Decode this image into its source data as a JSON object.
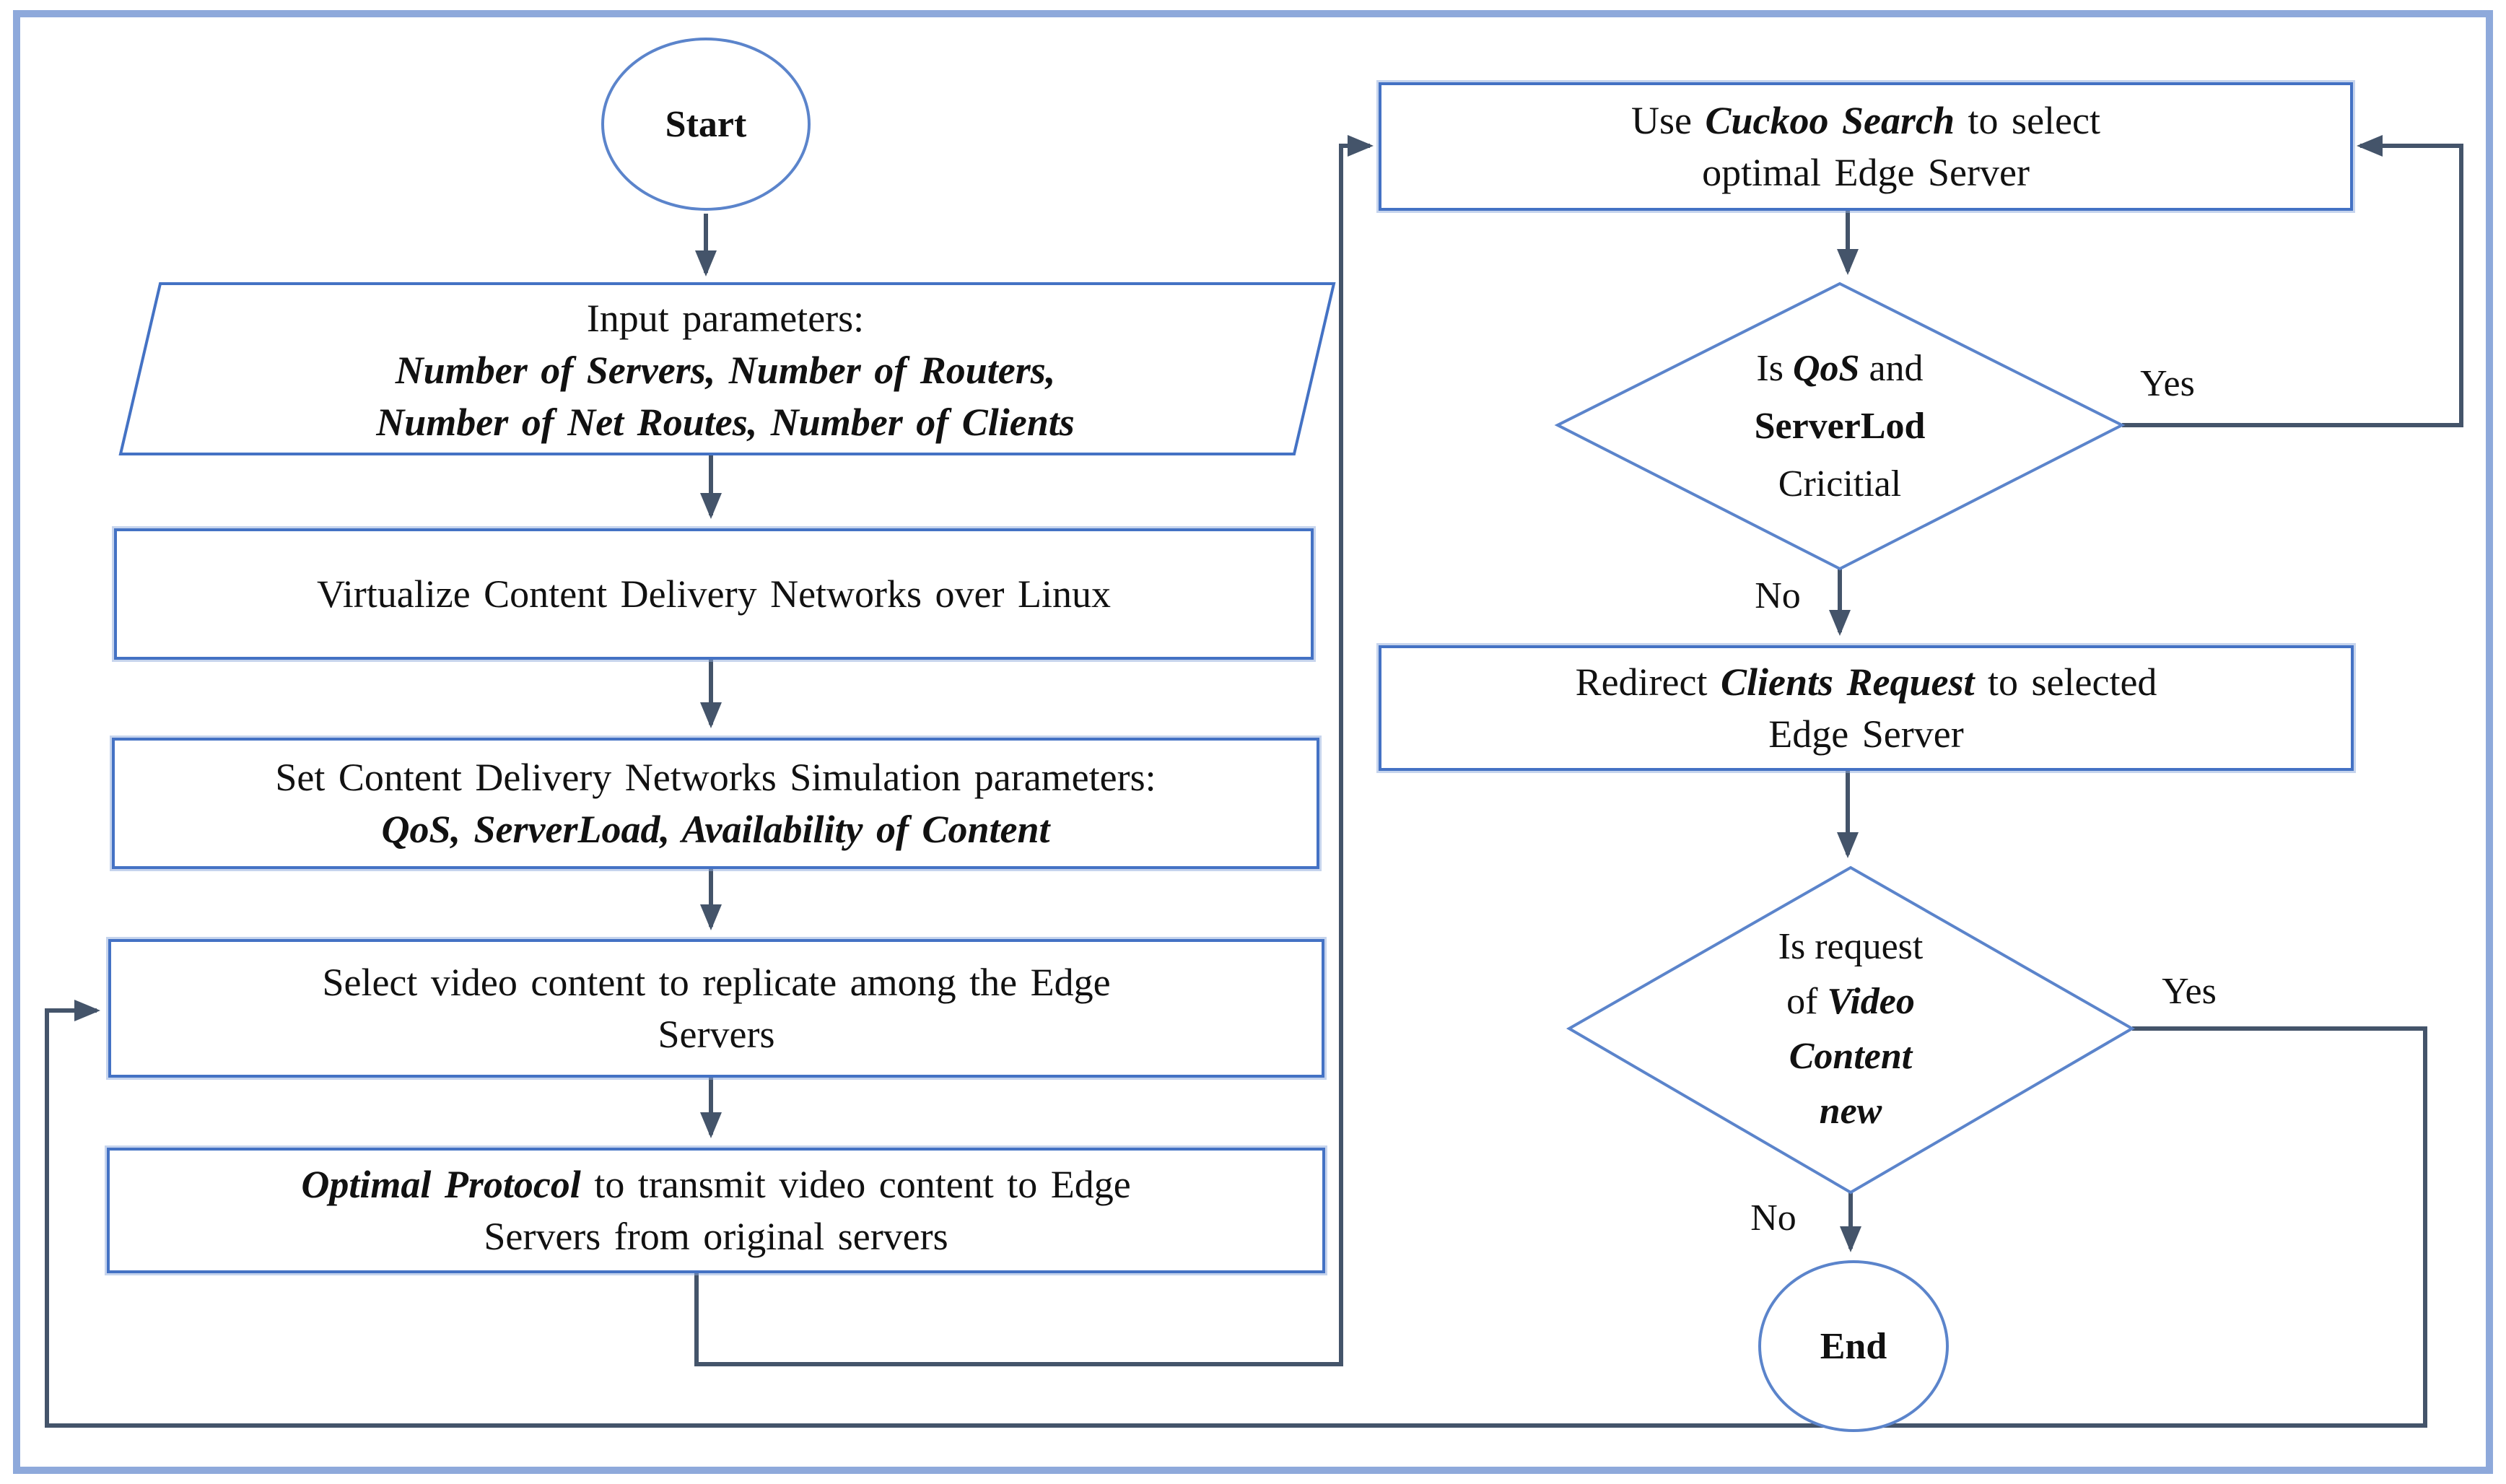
{
  "figure": {
    "background": "#ffffff",
    "frame_color": "#8ea9db",
    "shape_border_color": "#4472c4",
    "diamond_border_color": "#5b84cb",
    "connector_color": "#44546a",
    "text_color": "#111111"
  },
  "nodes": {
    "start": {
      "label": "Start"
    },
    "input": {
      "line1": "Input parameters:",
      "line2": "Number of Servers, Number of Routers,",
      "line3": "Number of Net Routes, Number of Clients"
    },
    "virtualize": {
      "line1": "Virtualize Content Delivery Networks over Linux"
    },
    "set_params": {
      "line1": "Set Content Delivery Networks Simulation parameters:",
      "line2": "QoS, ServerLoad, Availability of Content"
    },
    "select_video": {
      "line1": "Select video content to replicate among the Edge",
      "line2": "Servers"
    },
    "optimal": {
      "emph": "Optimal Protocol",
      "rest": " to transmit video content to Edge",
      "line2": "Servers from original servers"
    },
    "cuckoo": {
      "pre": "Use ",
      "emph": "Cuckoo Search",
      "post": " to select",
      "line2": "optimal Edge Server"
    },
    "qos_decision": {
      "pre": "Is ",
      "emph": "QoS",
      "post": " and",
      "line2": "ServerLod",
      "line3": "Cricitial"
    },
    "redirect": {
      "pre": "Redirect ",
      "emph": "Clients Request",
      "post": " to selected",
      "line2": "Edge Server"
    },
    "video_decision": {
      "line1": "Is request",
      "pre": "of ",
      "emph": "Video",
      "line3": "Content",
      "line4": "new"
    },
    "end": {
      "label": "End"
    }
  },
  "edge_labels": {
    "qos_yes": "Yes",
    "qos_no": "No",
    "video_yes": "Yes",
    "video_no": "No"
  }
}
